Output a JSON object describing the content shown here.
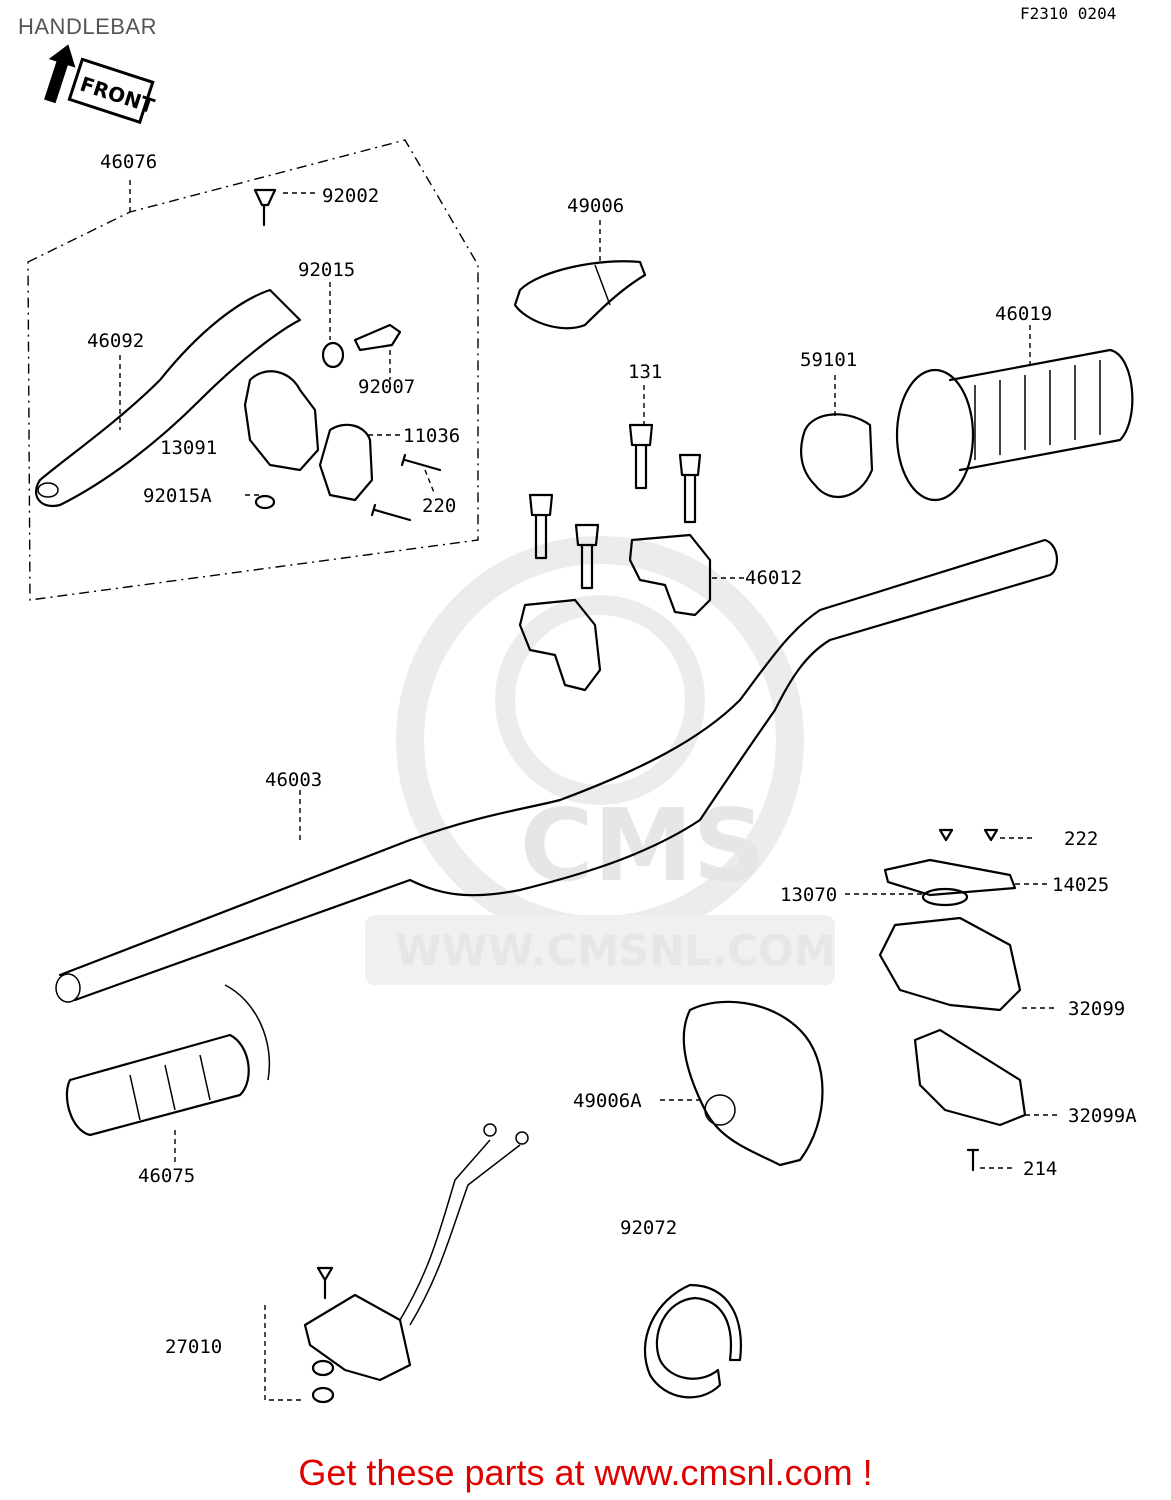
{
  "page": {
    "title": "HANDLEBAR",
    "drawing_code": "F2310 0204",
    "front_mark": "FRONT",
    "cta": "Get these parts at www.cmsnl.com !"
  },
  "watermark": {
    "brand": "CMS",
    "url": "WWW.CMSNL.COM"
  },
  "part_labels": {
    "p46076": "46076",
    "p92002": "92002",
    "p92015": "92015",
    "p46092": "46092",
    "p92007": "92007",
    "p13091": "13091",
    "p11036": "11036",
    "p92015A": "92015A",
    "p220": "220",
    "p49006": "49006",
    "p131": "131",
    "p59101": "59101",
    "p46019": "46019",
    "p46012": "46012",
    "p46003": "46003",
    "p222": "222",
    "p13070": "13070",
    "p14025": "14025",
    "p32099": "32099",
    "p49006A": "49006A",
    "p32099A": "32099A",
    "p46075": "46075",
    "p214": "214",
    "p92072": "92072",
    "p27010": "27010"
  }
}
